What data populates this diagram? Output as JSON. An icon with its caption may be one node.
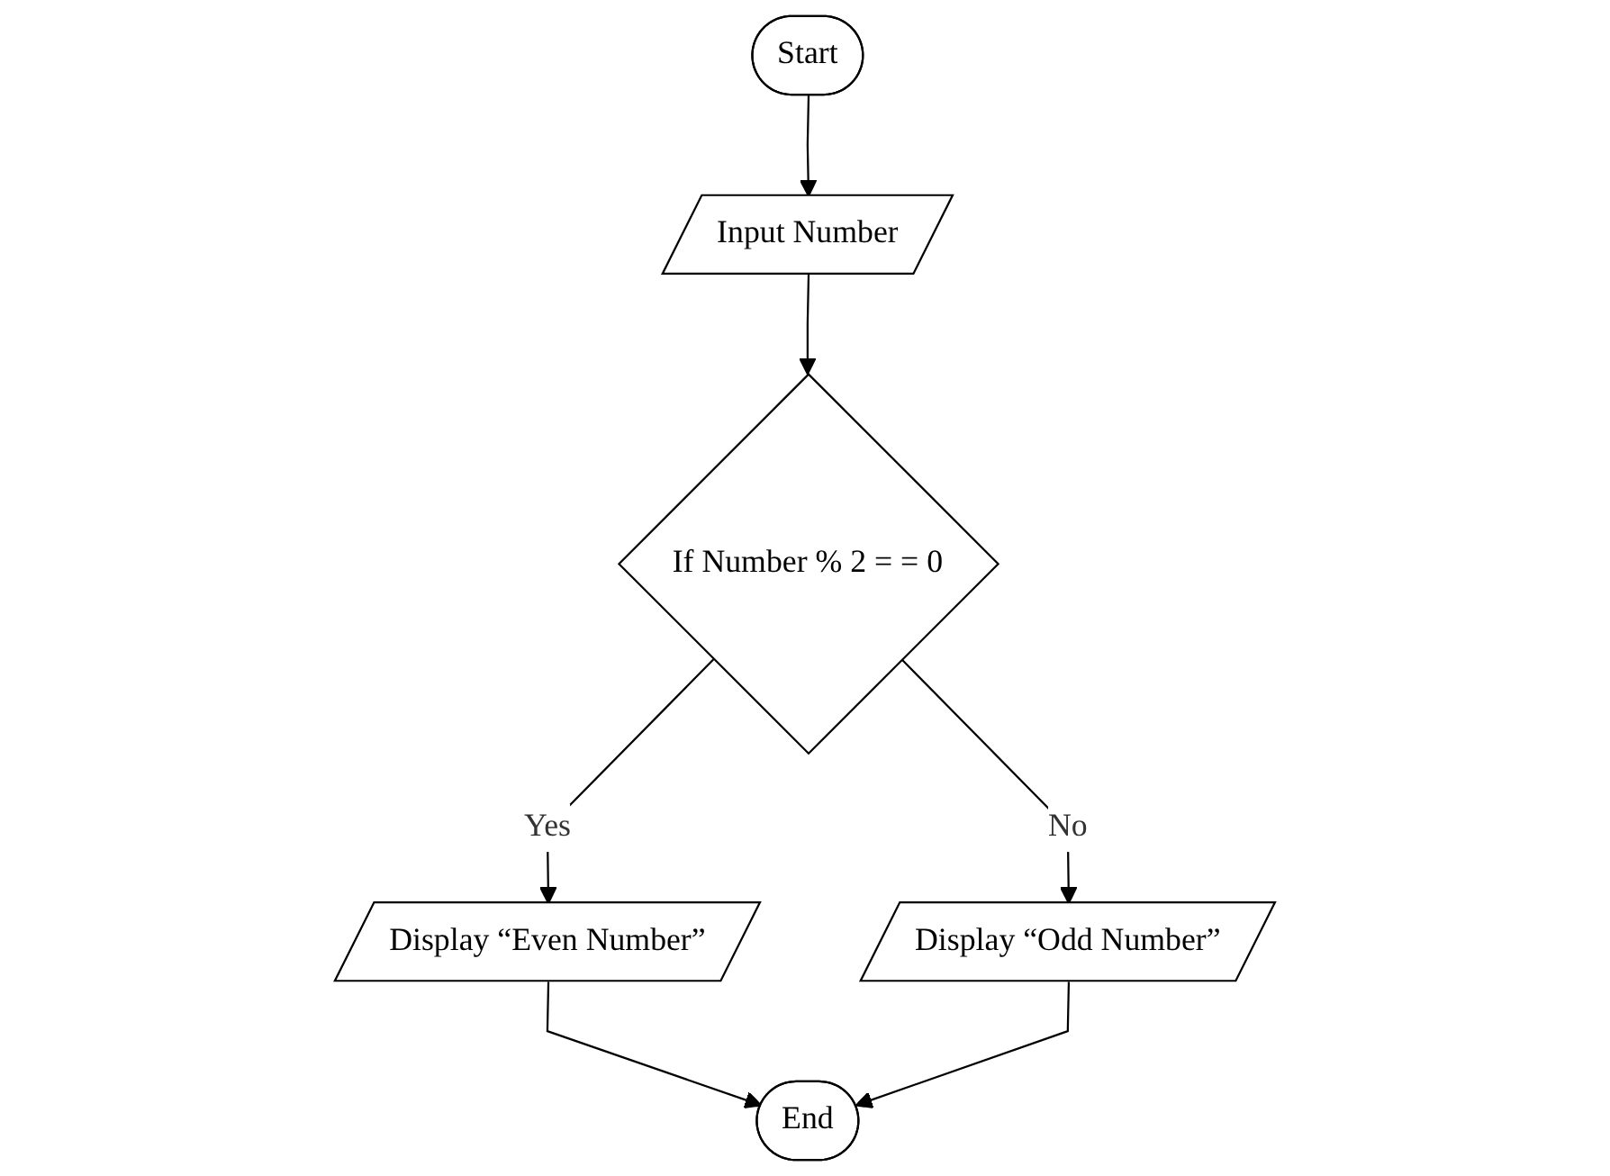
{
  "diagram": {
    "nodes": [
      {
        "text": [
          "Start"
        ]
      },
      {
        "text": [
          "Input Number"
        ]
      },
      {
        "text": [
          "If Number % 2 = = 0"
        ]
      },
      {
        "text": [
          "Display “Even Number”"
        ]
      },
      {
        "text": [
          "Display “Odd Number”"
        ]
      },
      {
        "text": [
          "End"
        ]
      }
    ],
    "edges": [
      {
        "from": 0,
        "to": 1,
        "arrow": "to"
      },
      {
        "from": 1,
        "to": 2,
        "arrow": "to"
      },
      {
        "from": 2,
        "to": 3,
        "label": "Yes",
        "arrow": "to"
      },
      {
        "from": 2,
        "to": 4,
        "label": "No",
        "arrow": "to"
      },
      {
        "from": 3,
        "to": 5,
        "arrow": "to"
      },
      {
        "from": 4,
        "to": 5,
        "arrow": "to"
      }
    ]
  }
}
